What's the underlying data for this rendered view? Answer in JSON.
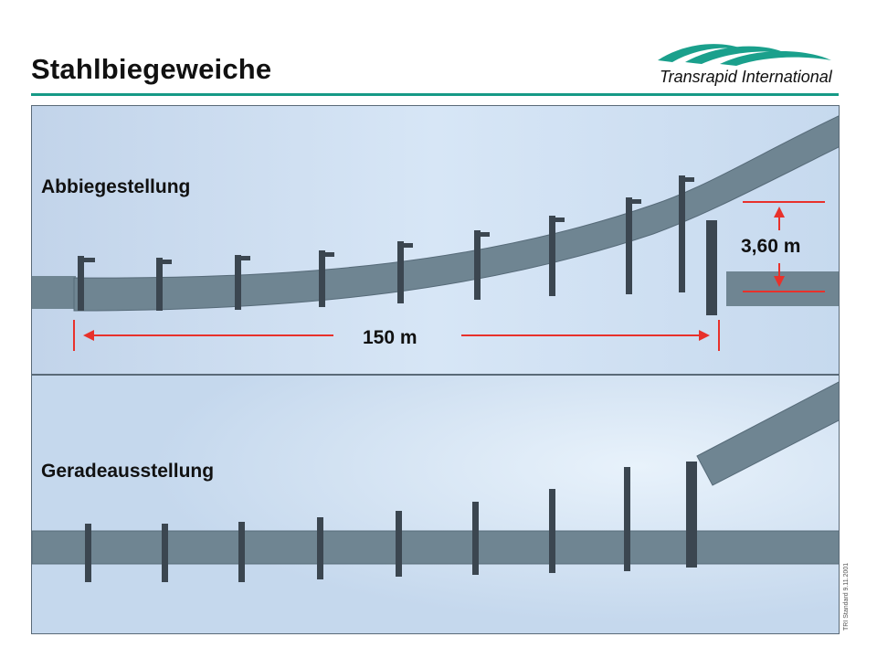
{
  "slide": {
    "title": "Stahlbiegeweiche",
    "logo_text": "Transrapid International",
    "footer_note": "TRI Standard  9.11.2001"
  },
  "top_panel": {
    "label": "Abbiegestellung",
    "offset_label": "3,60 m",
    "length_label": "150 m"
  },
  "bottom_panel": {
    "label": "Geradeausstellung"
  },
  "colors": {
    "title_rule": "#169a86",
    "logo_teal": "#1aa08c",
    "dimension_red": "#e8312b",
    "beam": "#6f8592",
    "sky": "#cfe0f2"
  }
}
